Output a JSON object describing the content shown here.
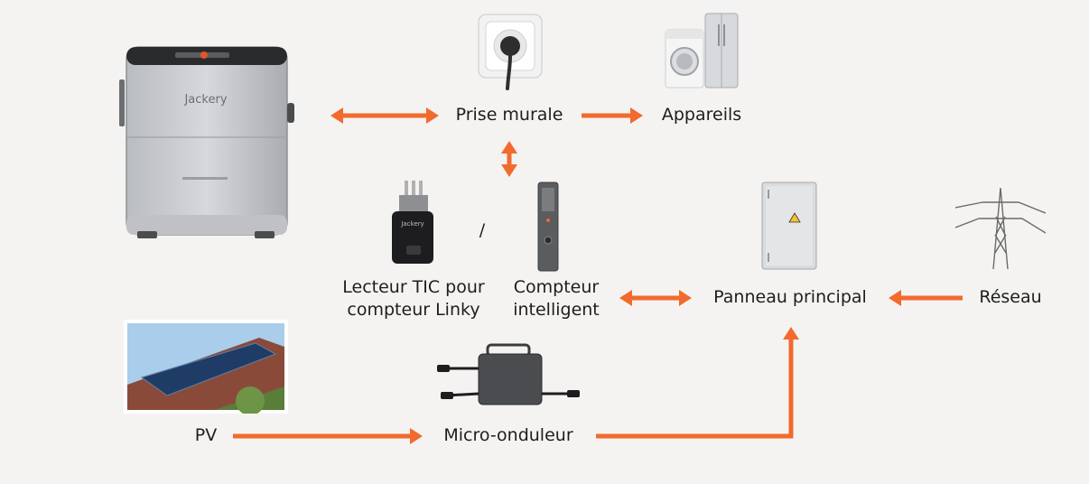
{
  "colors": {
    "arrow": "#f26a2e",
    "background": "#f4f3f1",
    "text": "#1e1e1e"
  },
  "battery": {
    "brand": "Jackery"
  },
  "tic_reader": {
    "brand": "Jackery"
  },
  "labels": {
    "wall_outlet": "Prise murale",
    "appliances": "Appareils",
    "tic_reader": "Lecteur TIC pour compteur Linky",
    "separator": "/",
    "smart_meter": "Compteur intelligent",
    "main_panel": "Panneau principal",
    "grid": "Réseau",
    "pv": "PV",
    "micro_inverter": "Micro-onduleur"
  },
  "icons": [
    "battery-unit-image",
    "wall-outlet-image",
    "appliances-image",
    "tic-reader-image",
    "smart-meter-image",
    "main-panel-image",
    "power-pylon-image",
    "solar-roof-image",
    "micro-inverter-image"
  ]
}
